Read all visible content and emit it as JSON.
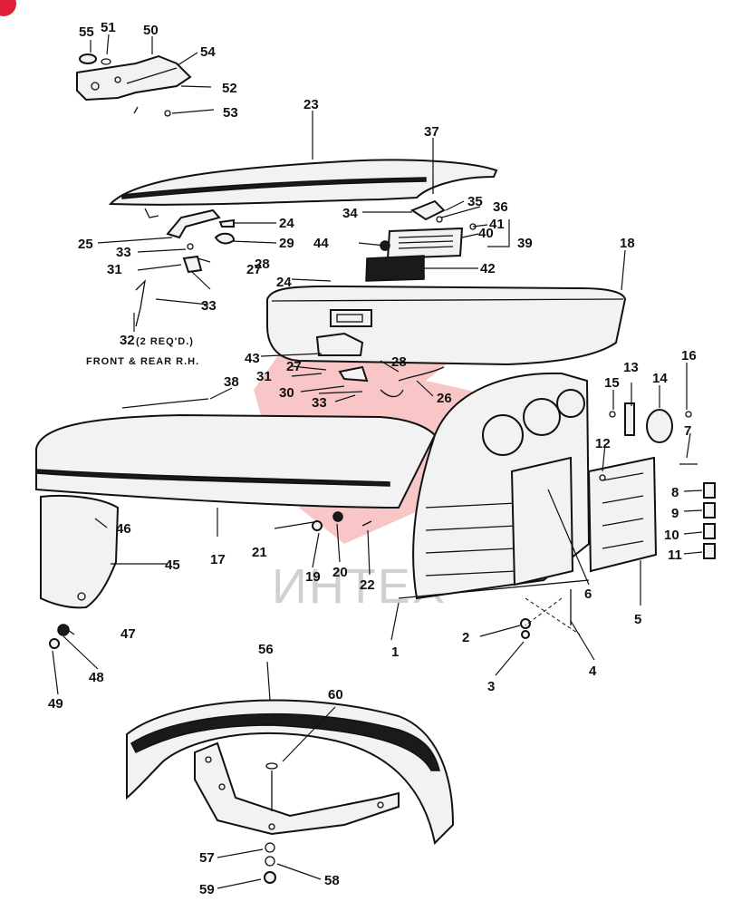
{
  "badge_text": "",
  "watermark_text": "ИНТЕХ",
  "note_line_1": "(2 REQ'D.)",
  "note_line_2": "FRONT & REAR R.H.",
  "callouts": [
    "1",
    "2",
    "3",
    "4",
    "5",
    "6",
    "7",
    "8",
    "9",
    "10",
    "11",
    "12",
    "13",
    "14",
    "15",
    "16",
    "17",
    "18",
    "19",
    "20",
    "21",
    "22",
    "23",
    "24",
    "24",
    "25",
    "26",
    "27",
    "27",
    "28",
    "28",
    "29",
    "30",
    "31",
    "31",
    "32",
    "33",
    "33",
    "33",
    "33",
    "34",
    "35",
    "36",
    "37",
    "38",
    "39",
    "40",
    "41",
    "42",
    "43",
    "44",
    "45",
    "46",
    "47",
    "48",
    "49",
    "50",
    "51",
    "52",
    "53",
    "54",
    "55",
    "56",
    "57",
    "58",
    "59",
    "60"
  ],
  "colors": {
    "line": "#111111",
    "watermark": "#f08080",
    "badge": "#e0203a"
  }
}
